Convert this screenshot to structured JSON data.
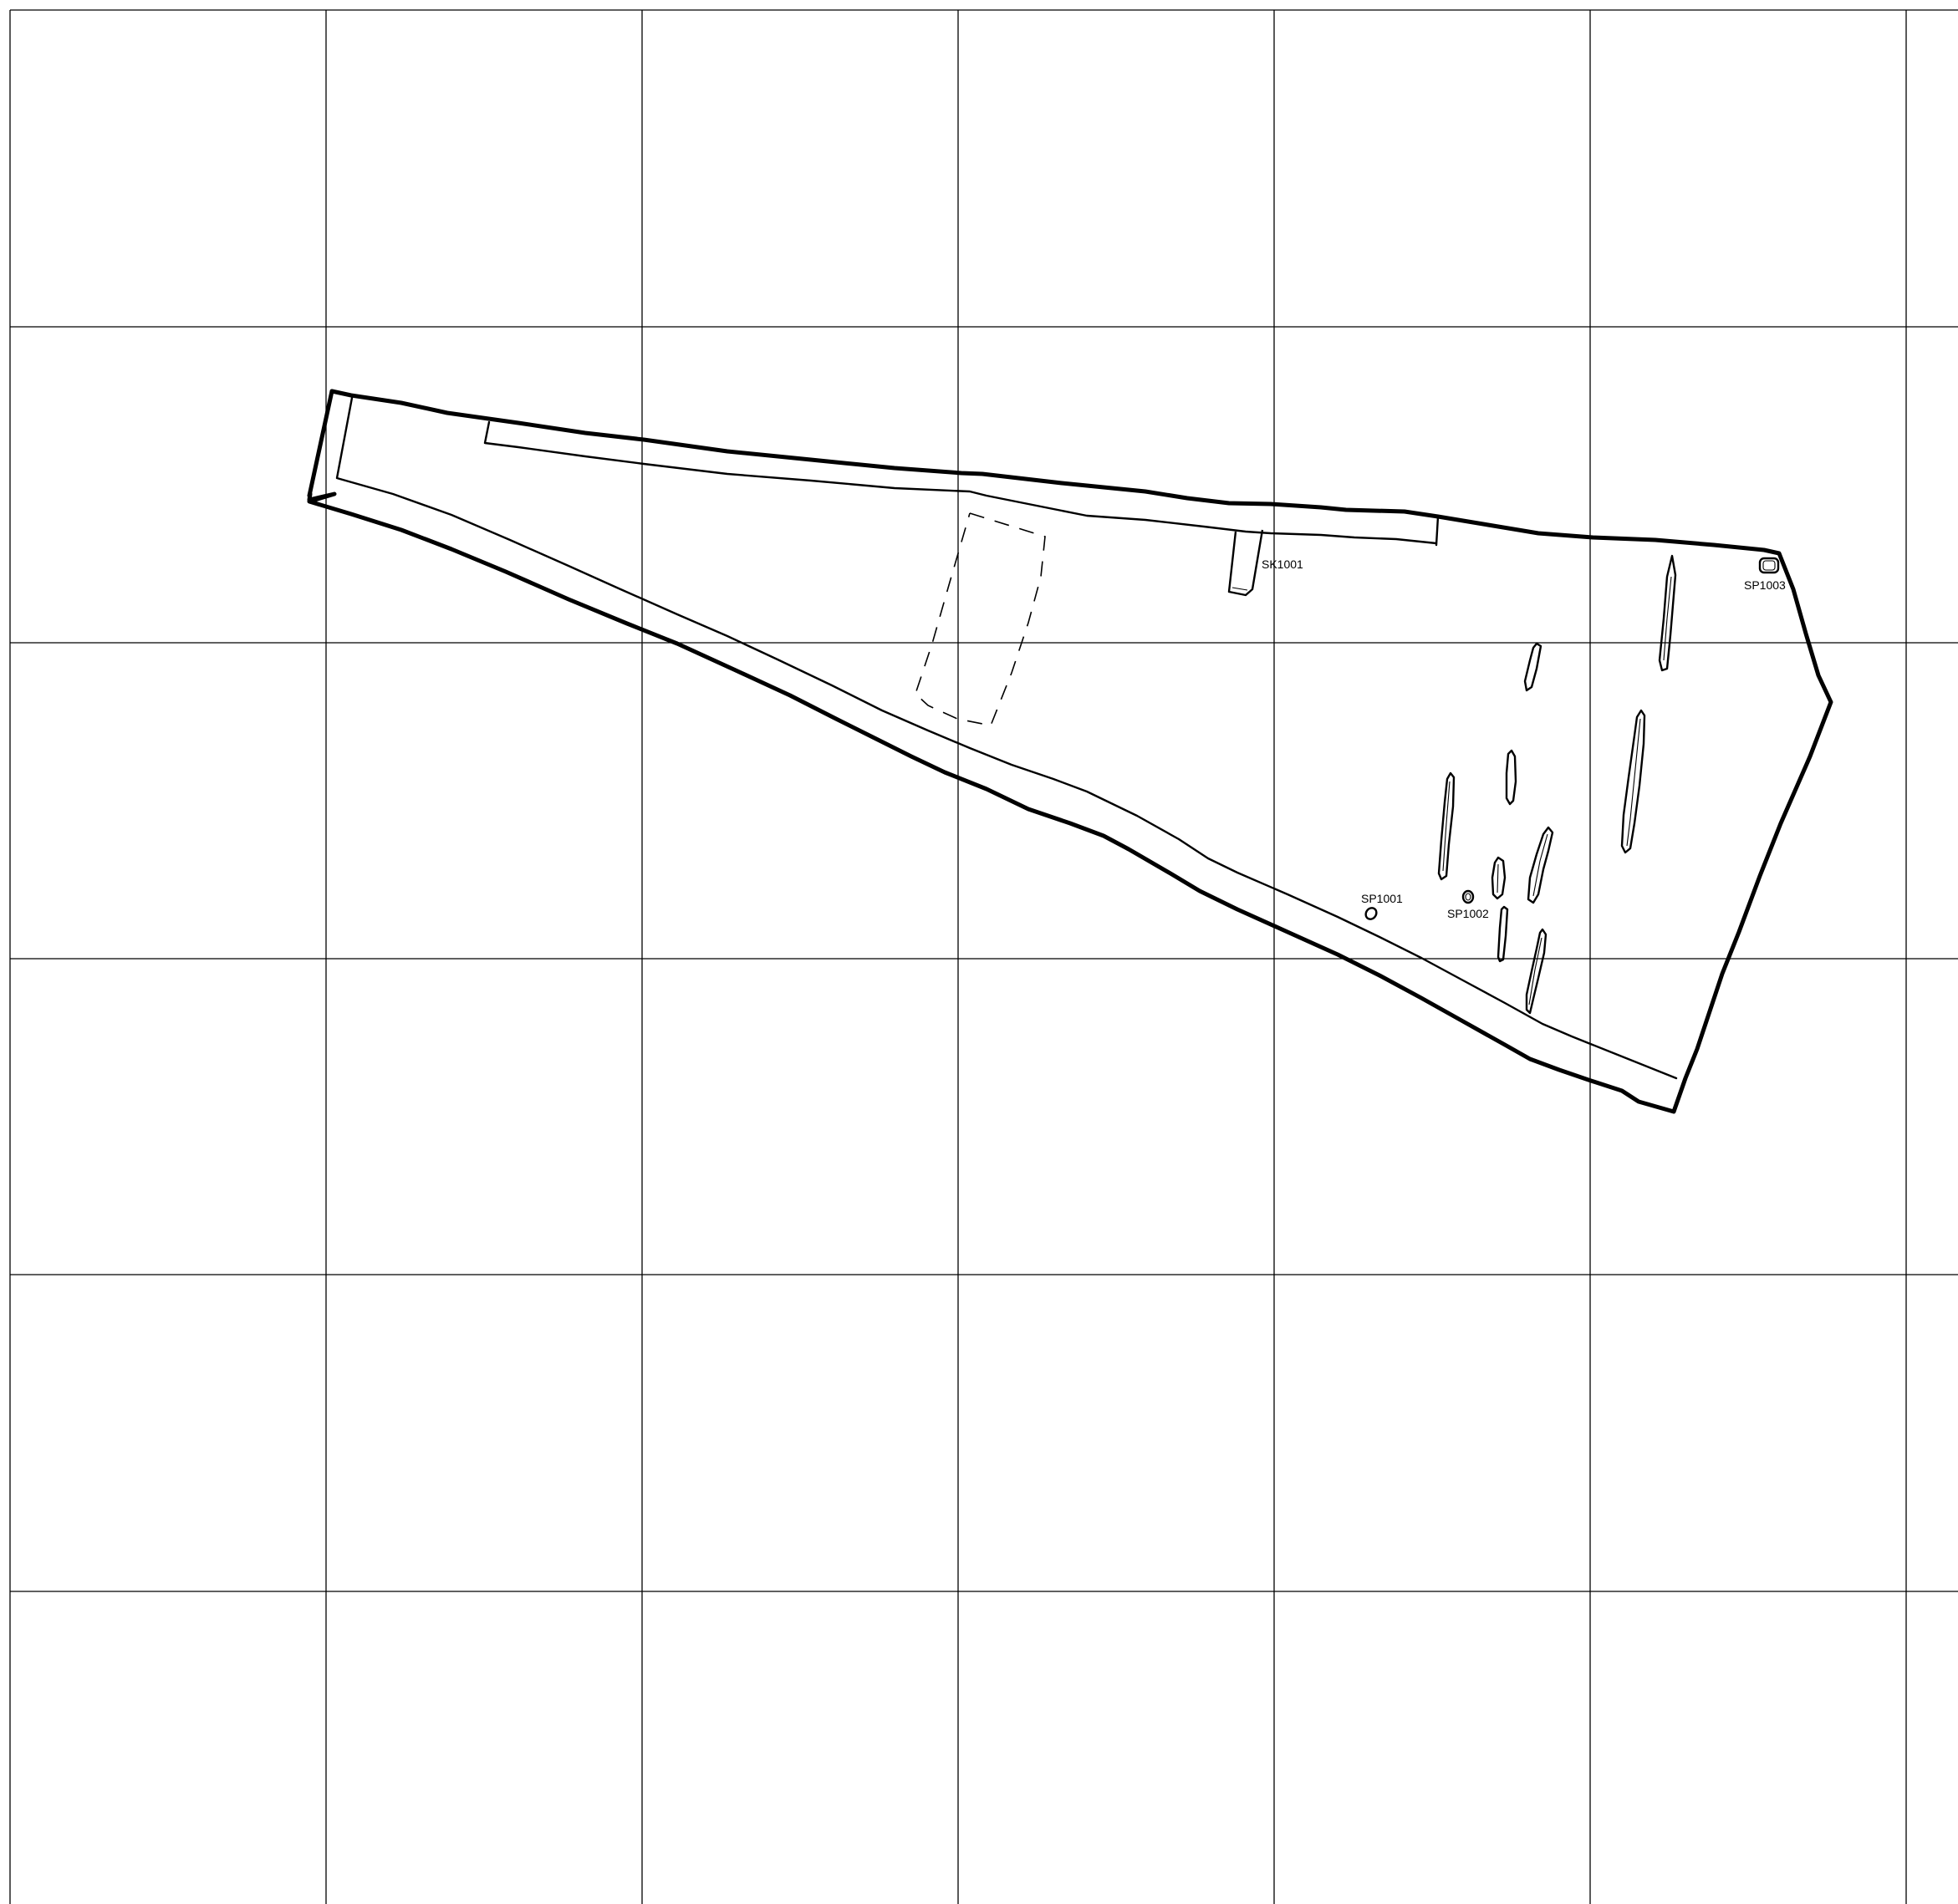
{
  "colors": {
    "background": "#ffffff",
    "ink": "#000000"
  },
  "grid": {
    "visible": true
  },
  "labels": {
    "sk1001": "SK1001",
    "sp1001": "SP1001",
    "sp1002": "SP1002",
    "sp1003": "SP1003"
  }
}
